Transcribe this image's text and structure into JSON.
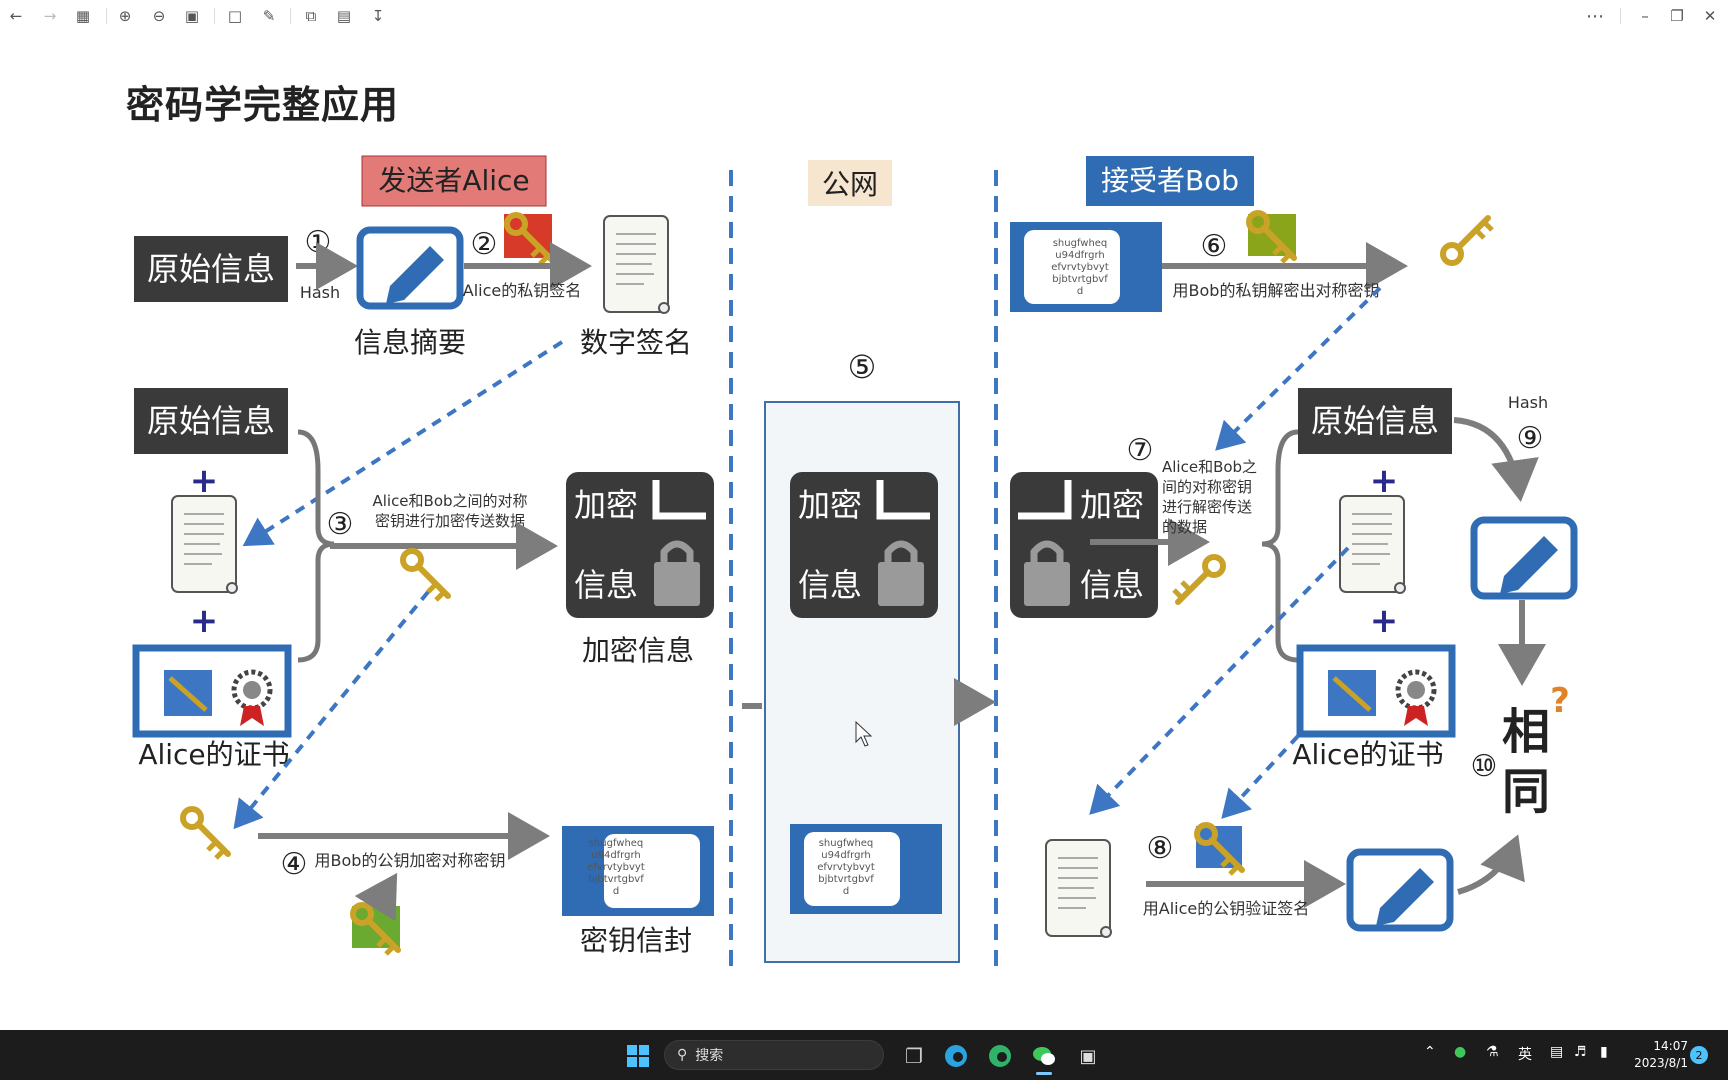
{
  "slide": {
    "title": "密码学完整应用"
  },
  "diagram": {
    "sender_label": "发送者Alice",
    "public_net_label": "公网",
    "receiver_label": "接受者Bob",
    "original_info": "原始信息",
    "hash_label": "Hash",
    "digest_label": "信息摘要",
    "alice_private_sign": "Alice的私钥签名",
    "digital_signature": "数字签名",
    "symmetric_encrypt_note_1": "Alice和Bob之间的对称",
    "symmetric_encrypt_note_2": "密钥进行加密传送数据",
    "encrypted_box_top": "加密",
    "encrypted_box_bottom": "信息",
    "encrypted_info_label": "加密信息",
    "alice_cert": "Alice的证书",
    "bob_public_encrypt": "用Bob的公钥加密对称密钥",
    "key_envelope": "密钥信封",
    "envelope_text": [
      "shugfwheq",
      "u94dfrgrh",
      "efvrvtybvyt",
      "bjbtvrtgbvf",
      "d"
    ],
    "bob_private_decrypt": "用Bob的私钥解密出对称密钥",
    "decrypt_note": [
      "Alice和Bob之",
      "间的对称密钥",
      "进行解密传送",
      "的数据"
    ],
    "alice_public_verify": "用Alice的公钥验证签名",
    "same_label_1": "相",
    "same_label_2": "同",
    "question_mark": "?",
    "plus": "+",
    "steps": [
      "①",
      "②",
      "③",
      "④",
      "⑤",
      "⑥",
      "⑦",
      "⑧",
      "⑨",
      "⑩"
    ],
    "colors": {
      "sender_bg": "#e27a78",
      "receiver_bg": "#2f6cb3",
      "public_bg": "#f6e6cf",
      "dark_box": "#3a3a3a",
      "blue": "#2f6cb3",
      "arrow": "#808080",
      "dash": "#3d76c2"
    }
  },
  "taskbar": {
    "search_placeholder": "搜索",
    "time": "14:07",
    "date": "2023/8/1",
    "ime": "英",
    "notification_count": "2"
  },
  "icons": [
    "back-icon",
    "forward-icon",
    "grid-icon",
    "zoom-in-icon",
    "zoom-out-icon",
    "fit-icon",
    "rotate-icon",
    "edit-icon",
    "crop-icon",
    "ocr-icon",
    "save-icon",
    "more-icon",
    "minimize-icon",
    "restore-icon",
    "close-icon"
  ]
}
